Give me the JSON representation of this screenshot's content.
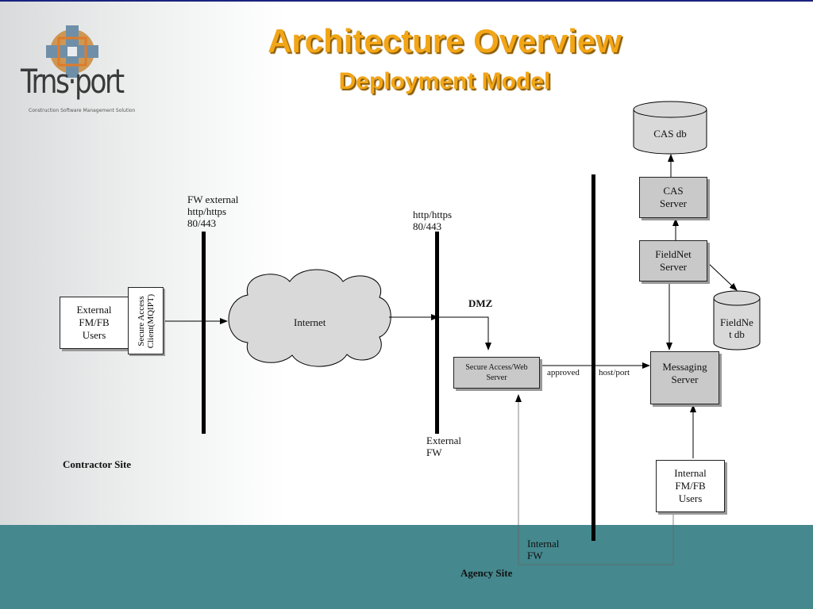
{
  "header": {
    "logo_text": "Trns·port",
    "logo_tagline": "Construction Software  Management Solution",
    "title": "Architecture Overview",
    "subtitle": "Deployment Model"
  },
  "nodes": {
    "external_users": [
      "External",
      "FM/FB",
      "Users"
    ],
    "secure_client": "Secure Access Client(MQIPT)",
    "internet": "Internet",
    "secure_web_server": [
      "Secure Access/Web",
      "Server"
    ],
    "messaging_server": [
      "Messaging",
      "Server"
    ],
    "cas_db": "CAS db",
    "cas_server": [
      "CAS",
      "Server"
    ],
    "fieldnet_server": [
      "FieldNet",
      "Server"
    ],
    "fieldnet_db": [
      "FieldNe",
      "t db"
    ],
    "internal_users": [
      "Internal",
      "FM/FB",
      "Users"
    ]
  },
  "labels": {
    "fw_external": [
      "FW external",
      "http/https",
      "80/443"
    ],
    "http_dmz": [
      "http/https",
      "80/443"
    ],
    "dmz": "DMZ",
    "external_fw": [
      "External",
      "FW"
    ],
    "approved": "approved",
    "host_port": "host/port",
    "internal_fw": [
      "Internal",
      "FW"
    ],
    "contractor_site": "Contractor Site",
    "agency_site": "Agency Site"
  }
}
